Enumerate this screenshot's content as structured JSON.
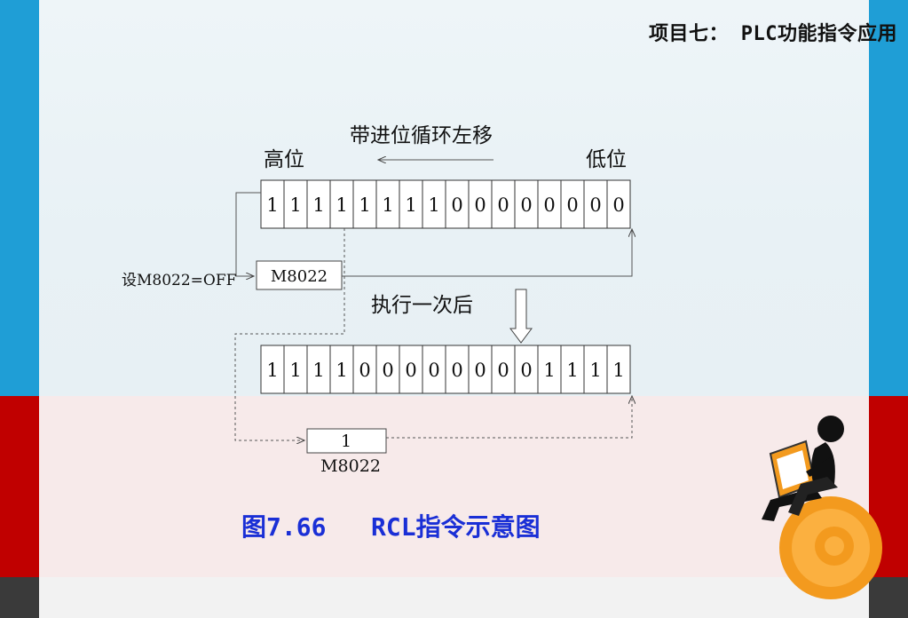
{
  "header": {
    "title": "项目七： PLC功能指令应用"
  },
  "diagram": {
    "shift_label": "带进位循环左移",
    "high_label": "高位",
    "low_label": "低位",
    "set_label": "设M8022=OFF",
    "carry_before_label": "M8022",
    "after_label": "执行一次后",
    "carry_after_value": "1",
    "carry_after_label": "M8022",
    "bits_before": [
      "1",
      "1",
      "1",
      "1",
      "1",
      "1",
      "1",
      "1",
      "0",
      "0",
      "0",
      "0",
      "0",
      "0",
      "0",
      "0"
    ],
    "bits_after": [
      "1",
      "1",
      "1",
      "1",
      "0",
      "0",
      "0",
      "0",
      "0",
      "0",
      "0",
      "0",
      "1",
      "1",
      "1",
      "1"
    ]
  },
  "caption": "图7.66   RCL指令示意图",
  "colors": {
    "caption": "#1a2fd6",
    "frame_blue": "#1f9ed6",
    "frame_red": "#c00000",
    "figure_orange": "#f39a1e"
  },
  "icons": {
    "decoration": "person-laptop-at-icon"
  }
}
